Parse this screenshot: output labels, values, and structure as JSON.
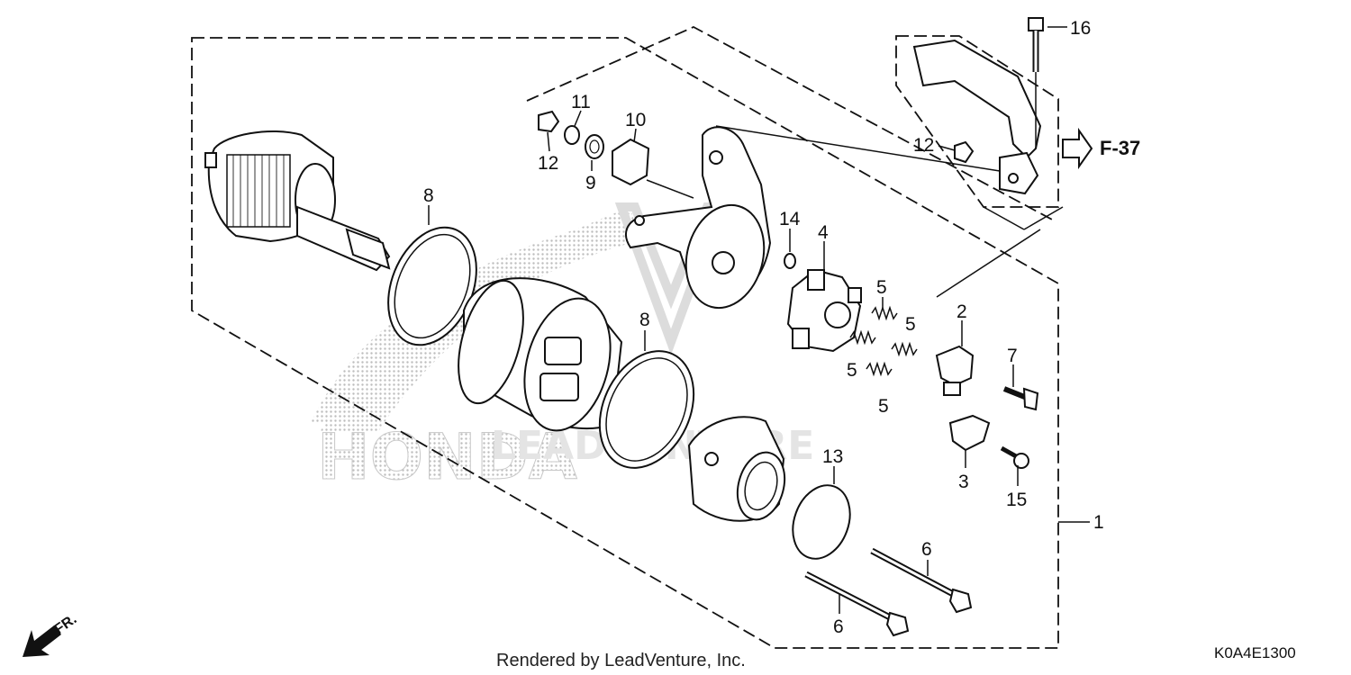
{
  "diagram": {
    "callouts": [
      "1",
      "2",
      "3",
      "4",
      "5",
      "5",
      "5",
      "5",
      "6",
      "6",
      "7",
      "8",
      "8",
      "9",
      "10",
      "11",
      "12",
      "12",
      "13",
      "14",
      "15",
      "16"
    ],
    "reference_label": "F-37",
    "front_label": "FR.",
    "watermark_brand": "HONDA",
    "watermark_site": "LEADVENTURE",
    "footer_credit": "Rendered by LeadVenture, Inc.",
    "diagram_code": "K0A4E1300"
  },
  "colors": {
    "line": "#111111",
    "watermark": "#d8d8d8"
  }
}
